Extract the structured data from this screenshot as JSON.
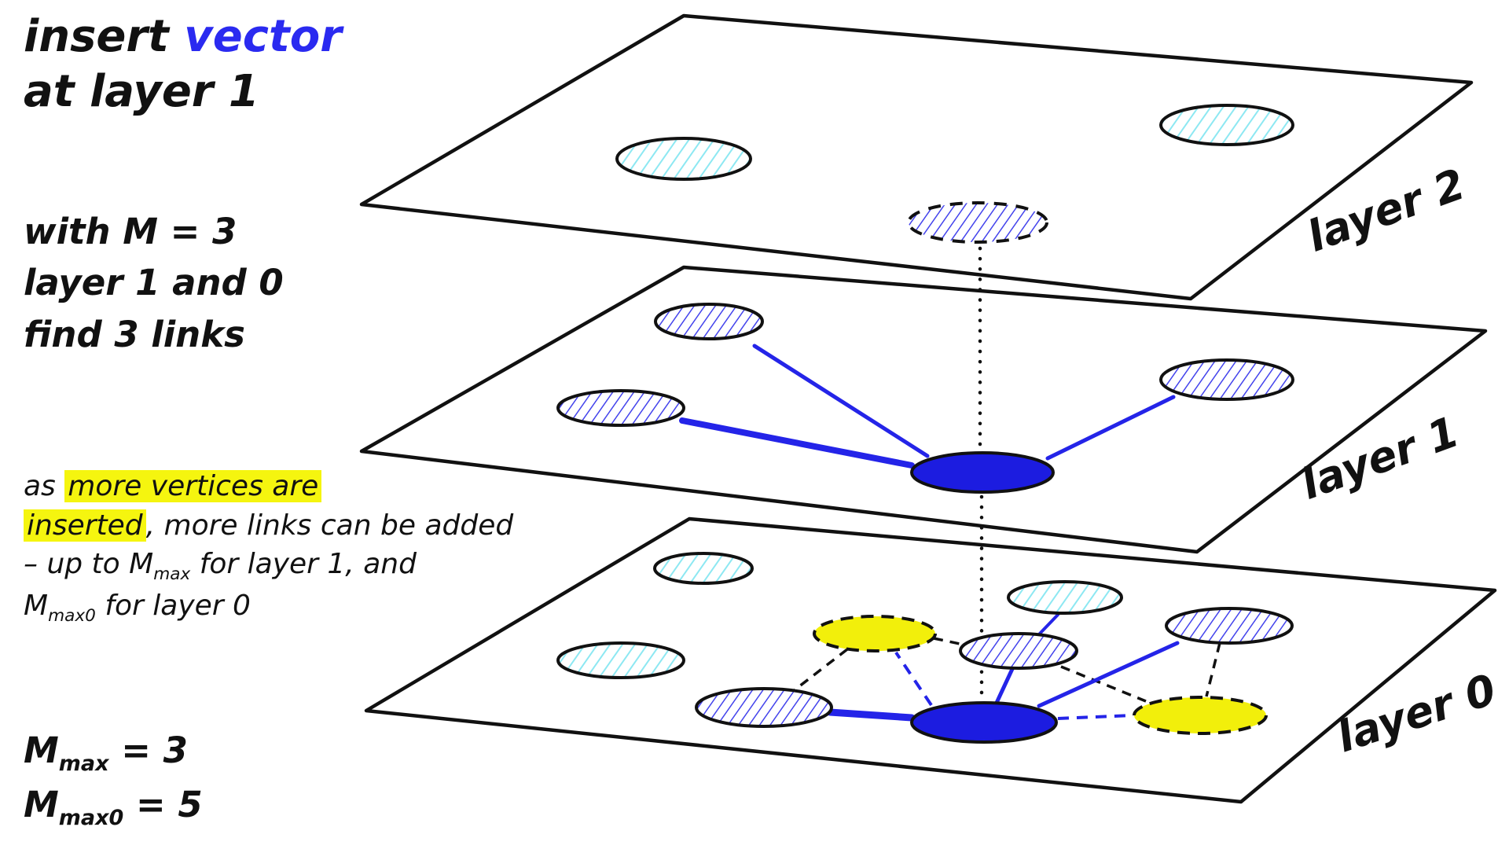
{
  "title": {
    "word1": "insert",
    "word2": "vector",
    "line2_prefix": "at",
    "line2_bold": "layer 1"
  },
  "m_note": {
    "line1": "with M = 3",
    "line2": "layer 1 and 0",
    "line3": "find 3 links"
  },
  "insertion_note": {
    "seg_as": "as",
    "highlight1": "more vertices are",
    "highlight2": "inserted",
    "seg2": ", more links can be added",
    "seg3": "– up to M",
    "sub_max": "max",
    "seg4": "for layer 1, and",
    "seg5": "M",
    "sub_max0": "max0",
    "seg6": "for layer 0"
  },
  "params": {
    "m_max_base": "M",
    "m_max_sub": "max",
    "m_max_value": "= 3",
    "m_max0_base": "M",
    "m_max0_sub": "max0",
    "m_max0_value": "= 5"
  },
  "layer_labels": {
    "layer2": "layer 2",
    "layer1": "layer 1",
    "layer0": "layer 0"
  },
  "colors": {
    "accent_blue": "#2424e8",
    "inserted_node_fill": "#1c1ce0",
    "candidate_node_yellow": "#f2ef0b",
    "text_highlight_yellow": "#f5f50f",
    "hatch_cyan": "#8de8f2",
    "hatch_blue": "#4343ec",
    "ink": "#111111",
    "plane_fill": "#ffffff"
  }
}
